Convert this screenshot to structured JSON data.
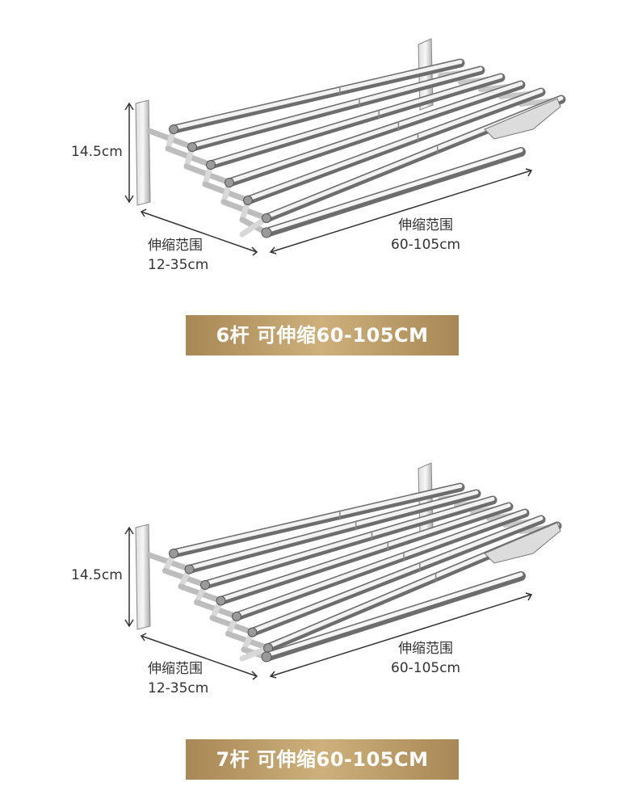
{
  "products": [
    {
      "height_label": "14.5cm",
      "depth_label_line1": "伸缩范围",
      "depth_label_line2": "12-35cm",
      "width_label_line1": "伸缩范围",
      "width_label_line2": "60-105cm",
      "banner": "6杆 可伸缩60-105CM",
      "rod_count": 6
    },
    {
      "height_label": "14.5cm",
      "depth_label_line1": "伸缩范围",
      "depth_label_line2": "12-35cm",
      "width_label_line1": "伸缩范围",
      "width_label_line2": "60-105cm",
      "banner": "7杆 可伸缩60-105CM",
      "rod_count": 7
    }
  ],
  "colors": {
    "banner": "#b8976a",
    "steel_light": "#f4f4f4",
    "steel_dark": "#7c7c7c",
    "dimension_line": "#333333"
  }
}
